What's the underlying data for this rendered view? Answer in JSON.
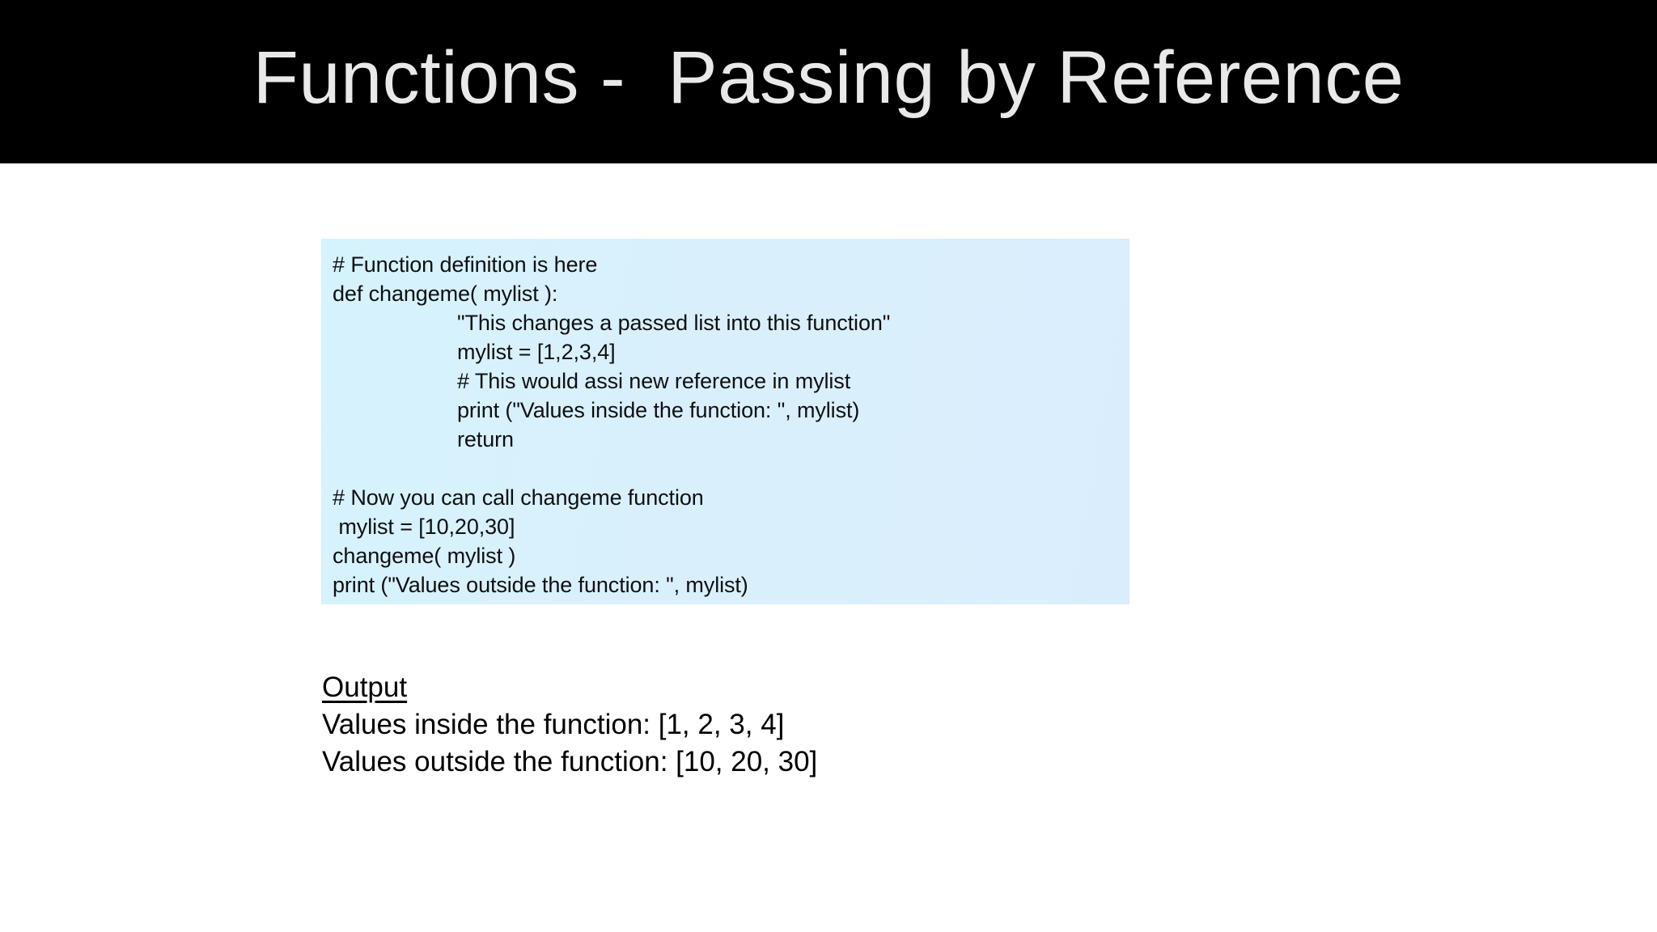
{
  "slide": {
    "title": "Functions -  Passing by Reference",
    "title_bar_color": "#000000",
    "title_text_color": "#e9e9e9",
    "background_color": "#ffffff"
  },
  "code_block": {
    "background_color_left": "#d5f3fc",
    "background_color_right": "#daedfd",
    "text_color": "#0f0f12",
    "lines": [
      {
        "text": "# Function definition is here",
        "indent": false
      },
      {
        "text": "def changeme( mylist ):",
        "indent": false
      },
      {
        "text": "\"This changes a passed list into this function\"",
        "indent": true
      },
      {
        "text": "mylist = [1,2,3,4]",
        "indent": true
      },
      {
        "text": "# This would assi new reference in mylist",
        "indent": true
      },
      {
        "text": "print (\"Values inside the function: \", mylist)",
        "indent": true
      },
      {
        "text": "return",
        "indent": true
      },
      {
        "text": "",
        "indent": false
      },
      {
        "text": "# Now you can call changeme function",
        "indent": false
      },
      {
        "text": " mylist = [10,20,30]",
        "indent": false
      },
      {
        "text": "changeme( mylist )",
        "indent": false
      },
      {
        "text": "print (\"Values outside the function: \", mylist)",
        "indent": false
      }
    ]
  },
  "output": {
    "heading": "Output",
    "lines": [
      "Values inside the function: [1, 2, 3, 4]",
      "Values outside the function: [10, 20, 30]"
    ]
  }
}
